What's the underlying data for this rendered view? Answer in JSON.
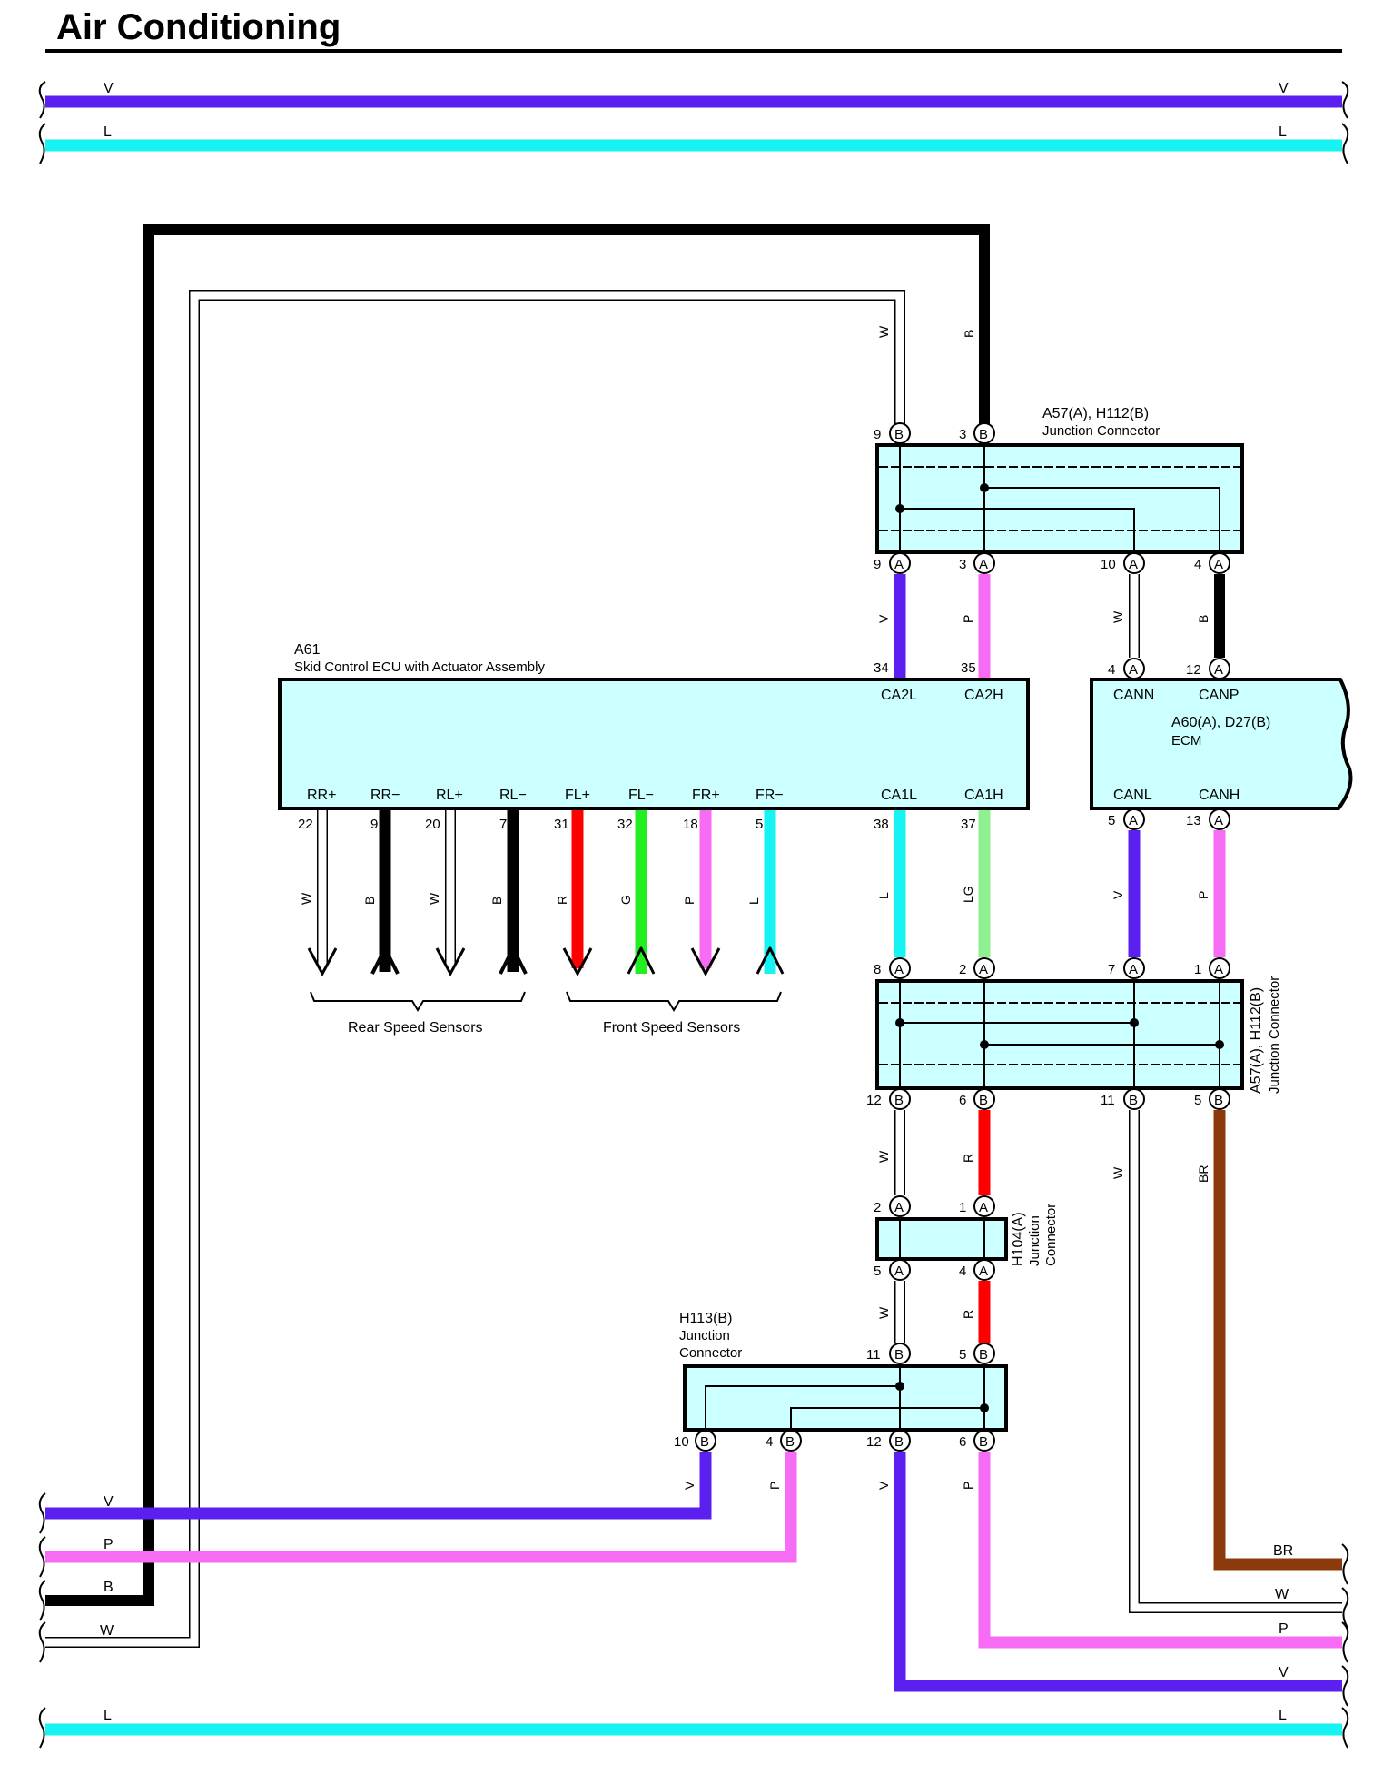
{
  "title": "Air Conditioning",
  "colors": {
    "V": "#5b1ff0",
    "L": "#17f2f2",
    "B": "#000000",
    "W": "#ffffff",
    "P": "#f76cf5",
    "R": "#ff0000",
    "G": "#22ee22",
    "LG": "#8ef08e",
    "BR": "#8b3a0c",
    "box": "#ccffff"
  },
  "bus": {
    "top_v": "V",
    "top_l": "L",
    "bottom_v": "V",
    "bottom_p": "P",
    "bottom_b": "B",
    "bottom_w": "W",
    "right_br": "BR",
    "right_w": "W",
    "right_p": "P",
    "right_v": "V",
    "bottom_l": "L"
  },
  "connectors": {
    "j1": {
      "id": "A57(A), H112(B)",
      "name": "Junction Connector",
      "top_pins": [
        {
          "n": "9",
          "s": "B"
        },
        {
          "n": "3",
          "s": "B"
        }
      ],
      "bottom_pins": [
        {
          "n": "9",
          "s": "A"
        },
        {
          "n": "3",
          "s": "A"
        },
        {
          "n": "10",
          "s": "A"
        },
        {
          "n": "4",
          "s": "A"
        }
      ]
    },
    "a61": {
      "id": "A61",
      "name": "Skid Control ECU with Actuator Assembly",
      "top_terms": [
        {
          "pin": "34",
          "label": "CA2L"
        },
        {
          "pin": "35",
          "label": "CA2H"
        }
      ],
      "bottom_terms": [
        {
          "pin": "22",
          "label": "RR+"
        },
        {
          "pin": "9",
          "label": "RR−"
        },
        {
          "pin": "20",
          "label": "RL+"
        },
        {
          "pin": "7",
          "label": "RL−"
        },
        {
          "pin": "31",
          "label": "FL+"
        },
        {
          "pin": "32",
          "label": "FL−"
        },
        {
          "pin": "18",
          "label": "FR+"
        },
        {
          "pin": "5",
          "label": "FR−"
        },
        {
          "pin": "38",
          "label": "CA1L"
        },
        {
          "pin": "37",
          "label": "CA1H"
        }
      ]
    },
    "ecm": {
      "id": "A60(A), D27(B)",
      "name": "ECM",
      "top_terms": [
        {
          "pin": "4",
          "s": "A",
          "label": "CANN"
        },
        {
          "pin": "12",
          "s": "A",
          "label": "CANP"
        }
      ],
      "bottom_terms": [
        {
          "pin": "5",
          "s": "A",
          "label": "CANL"
        },
        {
          "pin": "13",
          "s": "A",
          "label": "CANH"
        }
      ]
    },
    "j2": {
      "id": "A57(A), H112(B)",
      "name": "Junction Connector",
      "top_pins": [
        {
          "n": "8",
          "s": "A"
        },
        {
          "n": "2",
          "s": "A"
        },
        {
          "n": "7",
          "s": "A"
        },
        {
          "n": "1",
          "s": "A"
        }
      ],
      "bottom_pins": [
        {
          "n": "12",
          "s": "B"
        },
        {
          "n": "6",
          "s": "B"
        },
        {
          "n": "11",
          "s": "B"
        },
        {
          "n": "5",
          "s": "B"
        }
      ]
    },
    "h104": {
      "id": "H104(A)",
      "name_l1": "Junction",
      "name_l2": "Connector",
      "top_pins": [
        {
          "n": "2",
          "s": "A"
        },
        {
          "n": "1",
          "s": "A"
        }
      ],
      "bottom_pins": [
        {
          "n": "5",
          "s": "A"
        },
        {
          "n": "4",
          "s": "A"
        }
      ]
    },
    "h113": {
      "id": "H113(B)",
      "name_l1": "Junction",
      "name_l2": "Connector",
      "top_pins": [
        {
          "n": "11",
          "s": "B"
        },
        {
          "n": "5",
          "s": "B"
        }
      ],
      "bottom_pins": [
        {
          "n": "10",
          "s": "B"
        },
        {
          "n": "4",
          "s": "B"
        },
        {
          "n": "12",
          "s": "B"
        },
        {
          "n": "6",
          "s": "B"
        }
      ]
    }
  },
  "wire_codes": {
    "j1_top_w": "W",
    "j1_top_b": "B",
    "a61_v": "V",
    "a61_p": "P",
    "ecm_w": "W",
    "ecm_b": "B",
    "sensors": [
      "W",
      "B",
      "W",
      "B",
      "R",
      "G",
      "P",
      "L"
    ],
    "ca1l": "L",
    "ca1h": "LG",
    "canl": "V",
    "canh": "P",
    "j2_w": "W",
    "j2_r": "R",
    "j2_w2": "W",
    "j2_br": "BR",
    "h104_w": "W",
    "h104_r": "R",
    "h113_v": "V",
    "h113_p": "P",
    "h113_v2": "V",
    "h113_p2": "P"
  },
  "groups": {
    "rear": "Rear Speed Sensors",
    "front": "Front Speed Sensors"
  }
}
